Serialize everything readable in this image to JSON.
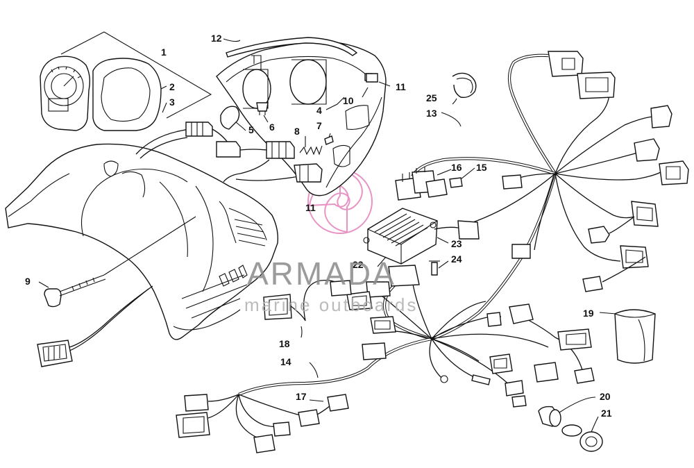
{
  "watermark": {
    "brand": "ARMADA",
    "tagline": "marine outboards",
    "logo_color": "#e070b0"
  },
  "callouts": {
    "c1": "1",
    "c2": "2",
    "c3": "3",
    "c4": "4",
    "c5": "5",
    "c6": "6",
    "c7": "7",
    "c8": "8",
    "c9": "9",
    "c10": "10",
    "c11a": "11",
    "c11b": "11",
    "c12": "12",
    "c13": "13",
    "c14": "14",
    "c15": "15",
    "c16": "16",
    "c17": "17",
    "c18": "18",
    "c19": "19",
    "c20": "20",
    "c21": "21",
    "c22": "22",
    "c23": "23",
    "c24": "24",
    "c25": "25"
  }
}
